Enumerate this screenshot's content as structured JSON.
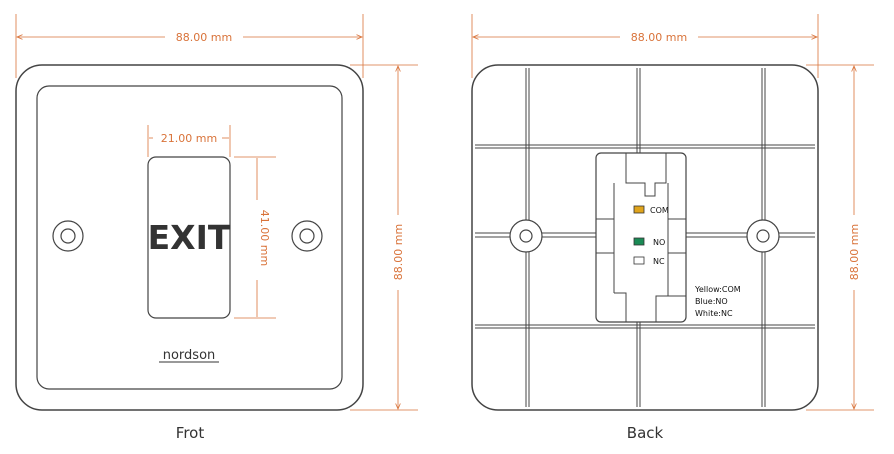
{
  "front": {
    "width_label": "88.00 mm",
    "button_width_label": "21.00 mm",
    "button_height_label": "41.00 mm",
    "height_label": "88.00 mm",
    "button_text": "EXIT",
    "brand": "nordson",
    "caption": "Frot"
  },
  "back": {
    "width_label": "88.00 mm",
    "height_label": "88.00 mm",
    "terminals": [
      "COM",
      "NO",
      "NC"
    ],
    "terminal_colors": [
      "#e0a41c",
      "#1a8a55",
      "#ffffff"
    ],
    "wiring_legend": [
      "Yellow:COM",
      "Blue:NO",
      "White:NC"
    ],
    "caption": "Back"
  },
  "colors": {
    "dimension": "#d9733a",
    "outline": "#444444"
  }
}
